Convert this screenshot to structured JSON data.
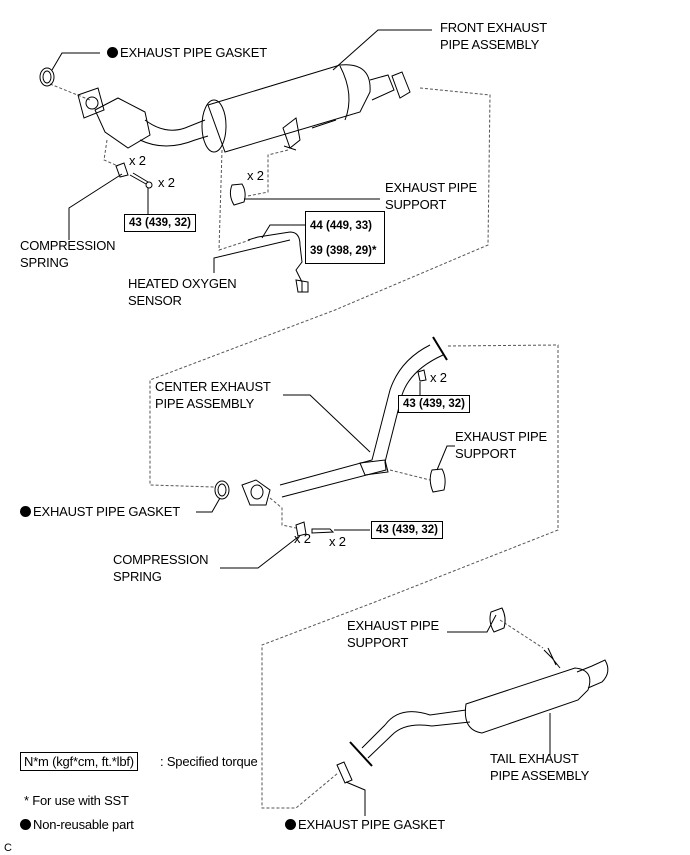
{
  "front": {
    "assembly_label": [
      "FRONT EXHAUST",
      "PIPE ASSEMBLY"
    ],
    "gasket_label": "EXHAUST PIPE GASKET",
    "spring_qty": "x 2",
    "bolt_qty": "x 2",
    "bolt_torque": "43 (439, 32)",
    "spring_label": [
      "COMPRESSION",
      "SPRING"
    ],
    "support_qty": "x 2",
    "support_label": [
      "EXHAUST PIPE",
      "SUPPORT"
    ],
    "sensor_torque": [
      "44 (449, 33)",
      "39 (398, 29)*"
    ],
    "sensor_label": [
      "HEATED OXYGEN",
      "SENSOR"
    ]
  },
  "center": {
    "assembly_label": [
      "CENTER EXHAUST",
      "PIPE ASSEMBLY"
    ],
    "upper_bolt_qty": "x 2",
    "upper_bolt_torque": "43 (439, 32)",
    "support_label": [
      "EXHAUST PIPE",
      "SUPPORT"
    ],
    "gasket_label": "EXHAUST PIPE GASKET",
    "spring_qty": "x 2",
    "bolt_qty": "x 2",
    "bolt_torque": "43 (439, 32)",
    "spring_label": [
      "COMPRESSION",
      "SPRING"
    ]
  },
  "tail": {
    "support_label": [
      "EXHAUST PIPE",
      "SUPPORT"
    ],
    "assembly_label": [
      "TAIL EXHAUST",
      "PIPE ASSEMBLY"
    ],
    "gasket_label": "EXHAUST PIPE GASKET"
  },
  "legend": {
    "torque_unit": "N*m (kgf*cm, ft.*lbf)",
    "torque_desc": ": Specified torque",
    "sst_note": "* For use with SST",
    "non_reusable": "Non-reusable part"
  },
  "figure_code": "C"
}
